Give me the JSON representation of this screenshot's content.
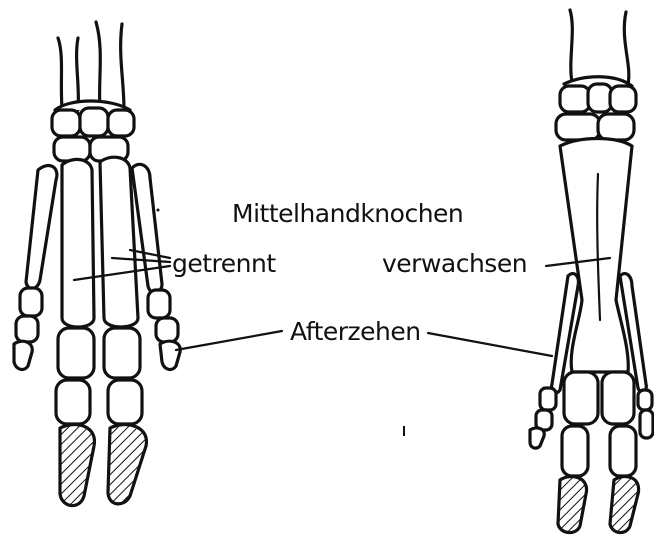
{
  "labels": {
    "metacarpals": "Mittelhandknochen",
    "separate": "getrennt",
    "fused": "verwachsen",
    "dewclaws": "Afterzehen"
  },
  "colors": {
    "ink": "#111111",
    "paper": "#ffffff"
  }
}
